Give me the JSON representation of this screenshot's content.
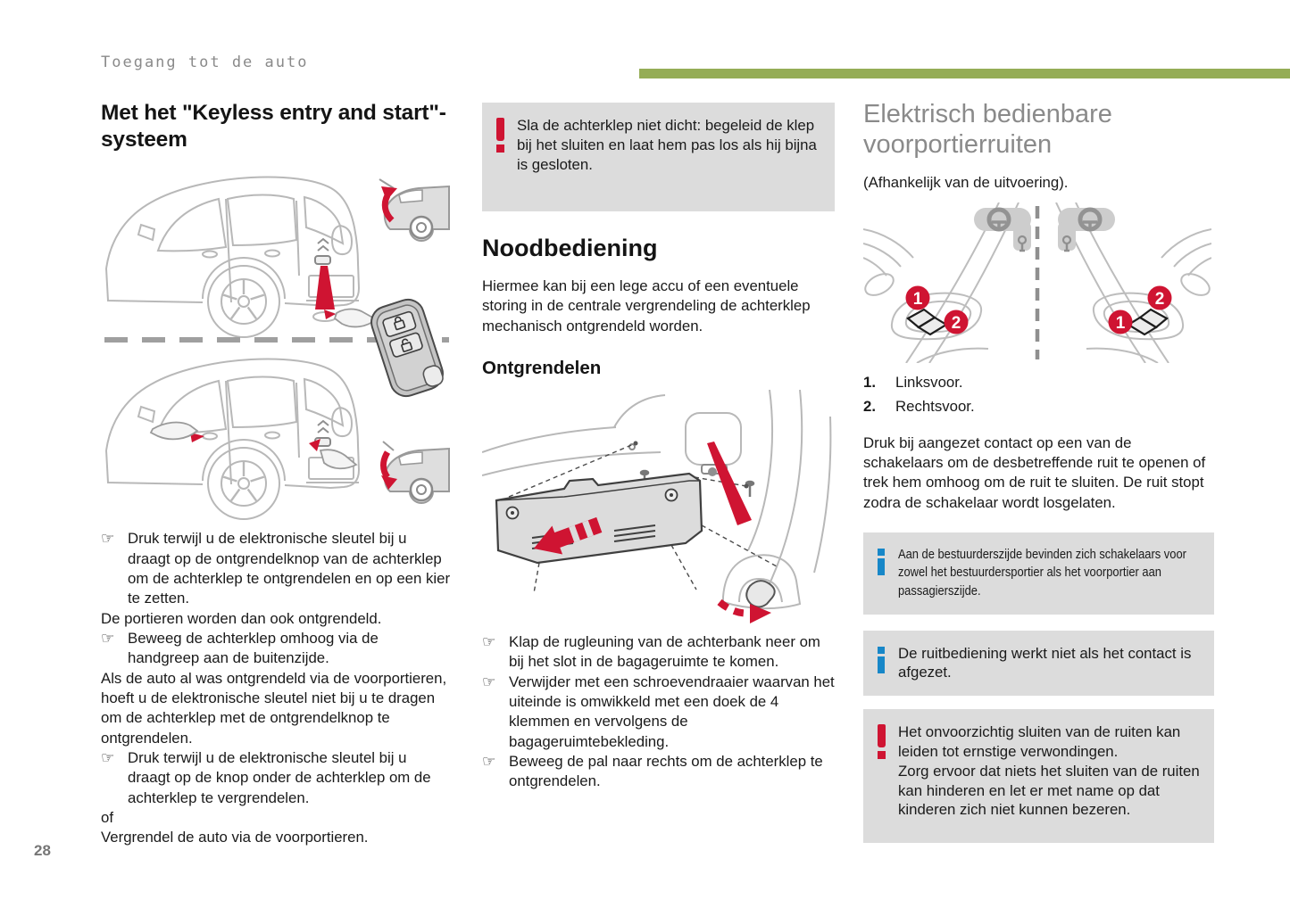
{
  "theme": {
    "green": "#95ad56",
    "red": "#cf1432",
    "blue": "#1787c8",
    "boxgray": "#dcdcdc",
    "headinggray": "#8a8a8a"
  },
  "icons": {
    "hand_bullet": "☞"
  },
  "header": {
    "chapter": "Toegang tot de auto",
    "page_number": "28"
  },
  "left_column": {
    "title": "Met het \"Keyless entry and start\"-systeem",
    "items": [
      {
        "type": "bullet",
        "text": "Druk terwijl u de elektronische sleutel bij u draagt op de ontgrendelknop van de achterklep om de achterklep te ontgrendelen en op een kier te zetten."
      },
      {
        "type": "plain",
        "text": "De portieren worden dan ook ontgrendeld."
      },
      {
        "type": "bullet",
        "text": "Beweeg de achterklep omhoog via de handgreep aan de buitenzijde."
      },
      {
        "type": "plain",
        "text": "Als de auto al was ontgrendeld via de voorportieren, hoeft u de elektronische sleutel niet bij u te dragen om de achterklep met de ontgrendelknop te ontgrendelen."
      },
      {
        "type": "bullet",
        "text": "Druk terwijl u de elektronische sleutel bij u draagt op de knop onder de achterklep om de achterklep te vergrendelen."
      },
      {
        "type": "plain",
        "text": "of"
      },
      {
        "type": "plain",
        "text": "Vergrendel de auto via de voorportieren."
      }
    ]
  },
  "middle_column": {
    "warning_text": "Sla de achterklep niet dicht: begeleid de klep bij het sluiten en laat hem pas los als hij bijna is gesloten.",
    "heading": "Noodbediening",
    "intro": "Hiermee kan bij een lege accu of een eventuele storing in de centrale vergrendeling de achterklep mechanisch ontgrendeld worden.",
    "subheading": "Ontgrendelen",
    "steps": [
      {
        "text": "Klap de rugleuning van de achterbank neer om bij het slot in de bagageruimte te komen."
      },
      {
        "text": "Verwijder met een schroevendraaier waarvan het uiteinde is omwikkeld met een doek de 4 klemmen en vervolgens de bagageruimtebekleding."
      },
      {
        "text": "Beweeg de pal naar rechts om de achterklep te ontgrendelen."
      }
    ]
  },
  "right_column": {
    "title": "Elektrisch bedienbare voorportierruiten",
    "availability": "(Afhankelijk van de uitvoering).",
    "callouts": {
      "one": "1",
      "two": "2"
    },
    "legend": [
      {
        "num": "1.",
        "label": "Linksvoor."
      },
      {
        "num": "2.",
        "label": "Rechtsvoor."
      }
    ],
    "paragraph": "Druk bij aangezet contact op een van de schakelaars om de desbetreffende ruit te openen of trek hem omhoog om de ruit te sluiten. De ruit stopt zodra de schakelaar wordt losgelaten.",
    "info_box_1": "Aan de bestuurderszijde bevinden zich schakelaars voor zowel het bestuurdersportier als het voorportier aan passagierszijde.",
    "info_box_2": "De ruitbediening werkt niet als het contact is afgezet.",
    "warning_lines": [
      "Het onvoorzichtig sluiten van de ruiten kan leiden tot ernstige verwondingen.",
      "Zorg ervoor dat niets het sluiten van de ruiten kan hinderen en let er met name op dat kinderen zich niet kunnen bezeren."
    ]
  }
}
